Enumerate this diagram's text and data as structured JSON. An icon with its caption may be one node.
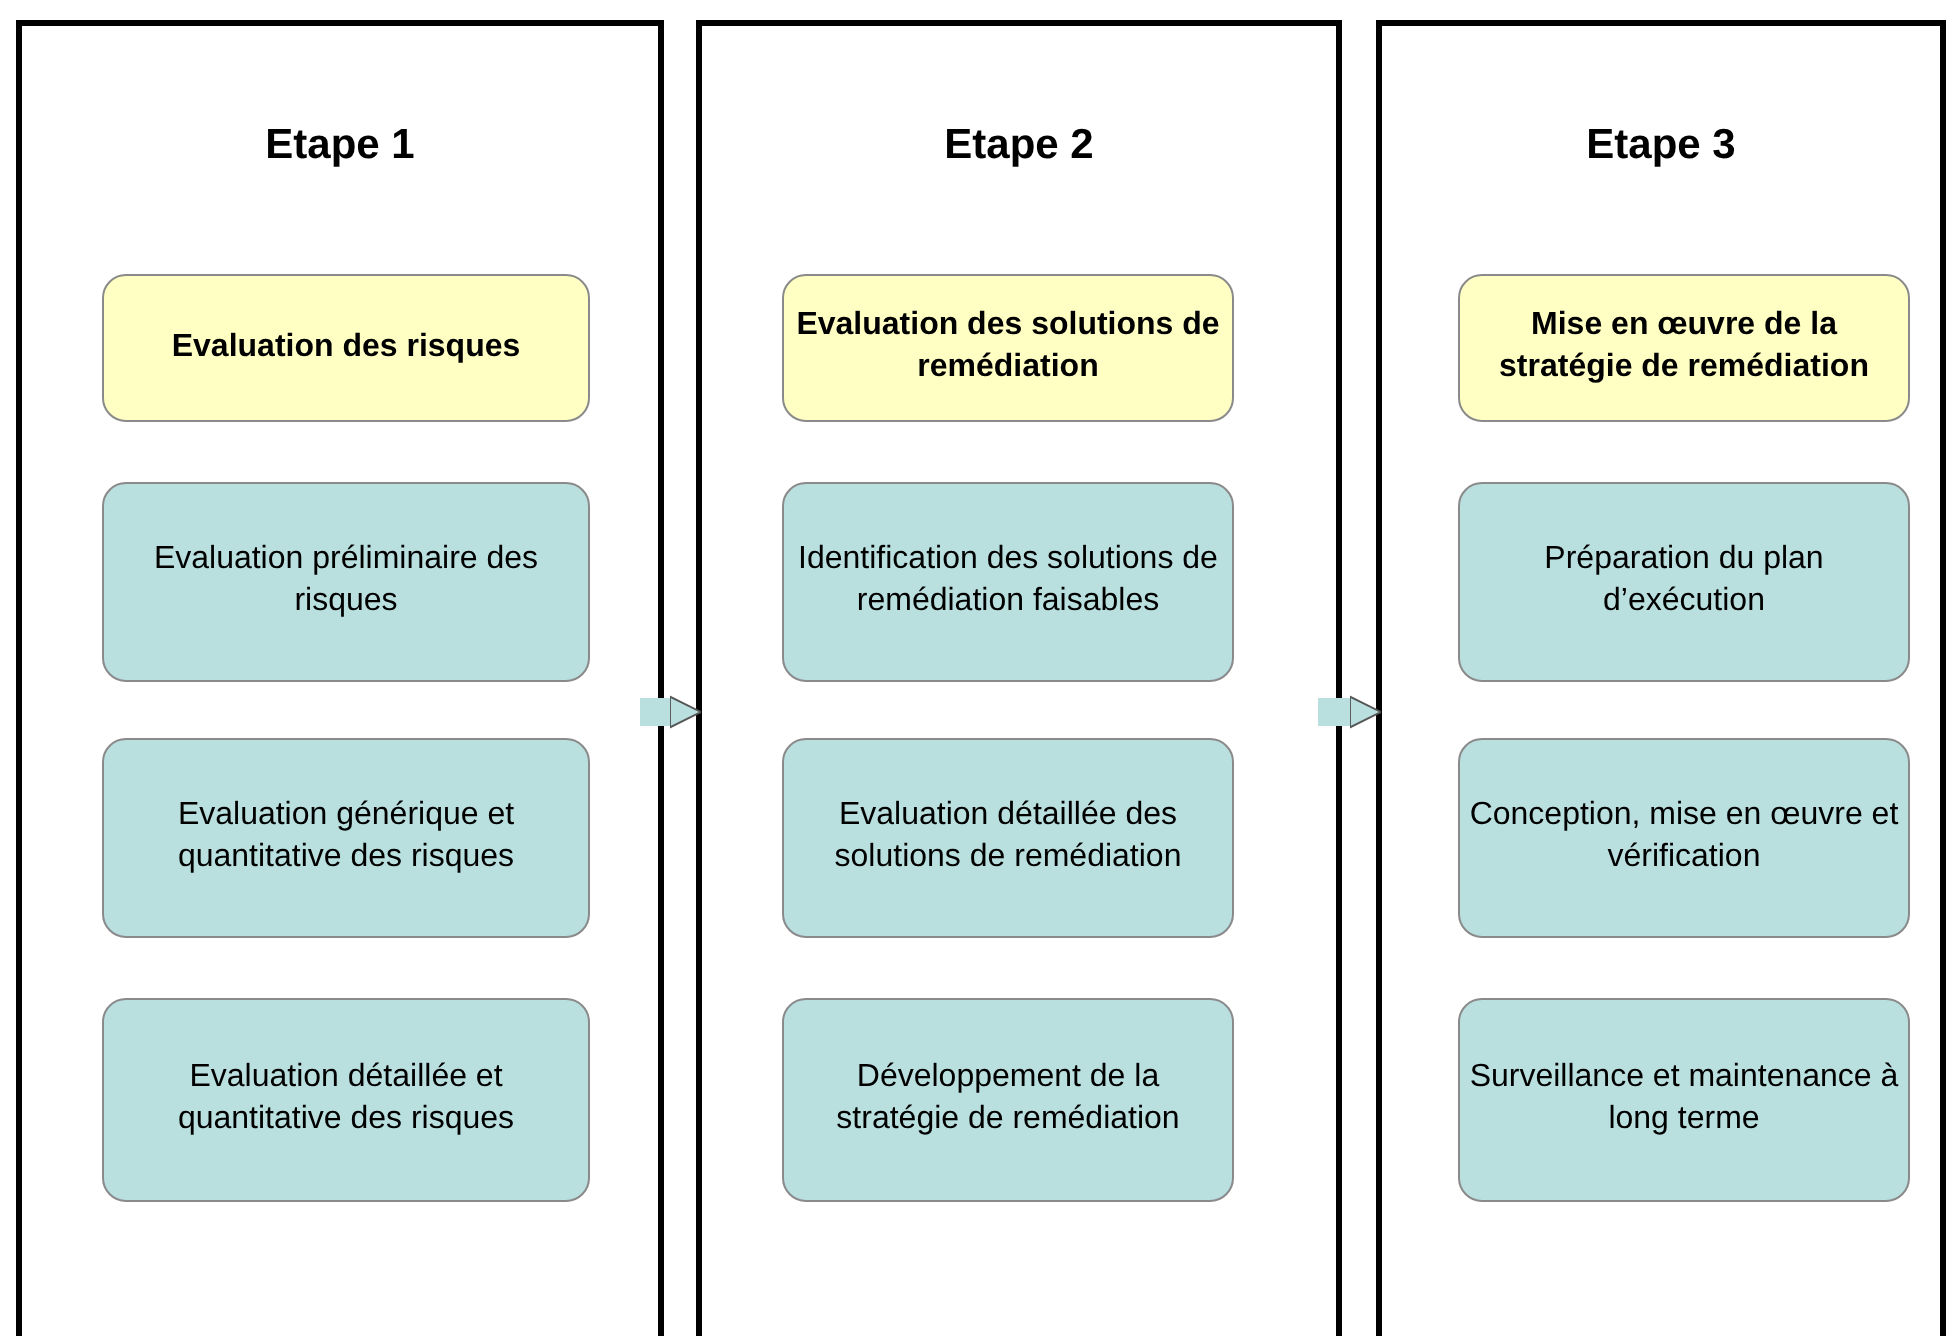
{
  "diagram": {
    "nodes": [
      {
        "text": [
          "Etape 1"
        ]
      },
      {
        "text": [
          "Evaluation des risques"
        ],
        "in": 0
      },
      {
        "text": [
          "Evaluation préliminaire des risques"
        ],
        "in": 0
      },
      {
        "text": [
          "Evaluation générique et quantitative des risques"
        ],
        "in": 0
      },
      {
        "text": [
          "Evaluation détaillée et quantitative des risques"
        ],
        "in": 0
      },
      {
        "text": [
          "Etape 2"
        ]
      },
      {
        "text": [
          "Evaluation des solutions de remédiation"
        ],
        "in": 5
      },
      {
        "text": [
          "Identification des solutions de remédiation faisables"
        ],
        "in": 5
      },
      {
        "text": [
          "Evaluation détaillée des solutions de remédiation"
        ],
        "in": 5
      },
      {
        "text": [
          "Développement de la stratégie de remédiation"
        ],
        "in": 5
      },
      {
        "text": [
          "Etape 3"
        ]
      },
      {
        "text": [
          "Mise en œuvre de la stratégie de remédiation"
        ],
        "in": 10
      },
      {
        "text": [
          "Préparation du plan d’exécution"
        ],
        "in": 10
      },
      {
        "text": [
          "Conception, mise en œuvre et vérification"
        ],
        "in": 10
      },
      {
        "text": [
          "Surveillance et maintenance à long terme"
        ],
        "in": 10
      }
    ],
    "edges": [
      {
        "from": 0,
        "to": 5,
        "arrow": "to"
      },
      {
        "from": 5,
        "to": 10,
        "arrow": "to"
      }
    ]
  }
}
